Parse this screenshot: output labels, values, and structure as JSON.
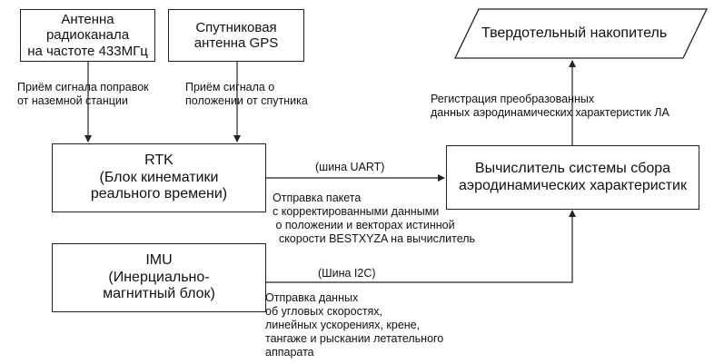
{
  "nodes": {
    "antenna_radio": "Антенна\nрадиоканала\nна частоте 433МГц",
    "antenna_gps": "Спутниковая\nантенна GPS",
    "rtk": "RTK\n(Блок кинематики\nреального времени)",
    "imu": "IMU\n(Инерциально-\nмагнитный блок)",
    "computer": "Вычислитель системы сбора\nаэродинамических характеристик",
    "storage": "Твердотельный накопитель"
  },
  "edges": {
    "radio_to_rtk": "Приём сигнала поправок\nот наземной станции",
    "gps_to_rtk": "Приём сигнала о\nположении от спутника",
    "rtk_bus": "(шина UART)",
    "rtk_desc": "Отправка пакета\nс корректированными данными\n о положении и векторах истинной\n  скорости BESTXYZA на вычислитель",
    "imu_bus": "(Шина I2C)",
    "imu_desc": "Отправка данных\nоб угловых скоростях,\nлинейных ускорениях, крене,\nтангаже и рыскании летательного\nаппарата",
    "computer_to_storage": "Регистрация преобразованных\nданных аэродинамических характеристик ЛА"
  }
}
